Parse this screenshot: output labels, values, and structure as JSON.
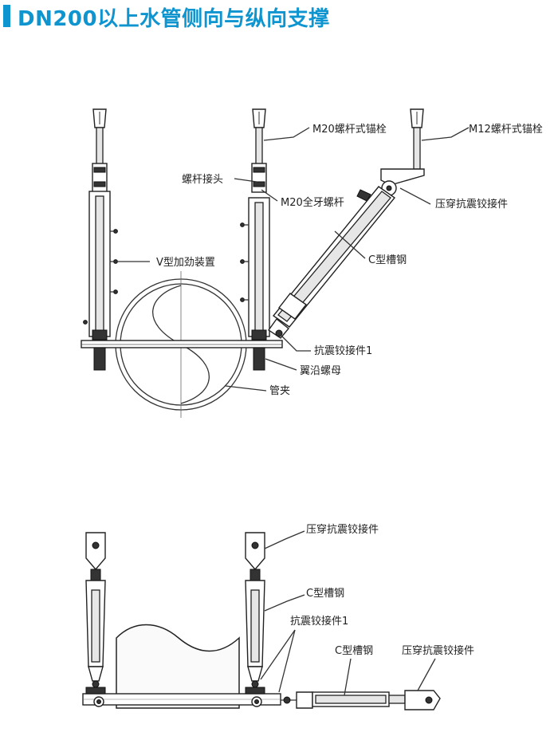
{
  "title": "DN200以上水管侧向与纵向支撑",
  "accent_color": "#0e94cf",
  "top_view": {
    "labels": {
      "m20_anchor": "M20螺杆式锚栓",
      "m12_anchor": "M12螺杆式锚栓",
      "rod_connector": "螺杆接头",
      "m20_threaded_rod": "M20全牙螺杆",
      "press_hinge": "压穿抗震铰接件",
      "v_stiffener": "V型加劲装置",
      "c_channel": "C型槽钢",
      "hinge_1": "抗震铰接件1",
      "flange_nut": "翼沿螺母",
      "pipe_clamp": "管夹"
    }
  },
  "bottom_view": {
    "labels": {
      "press_hinge_top": "压穿抗震铰接件",
      "c_channel_top": "C型槽钢",
      "hinge_1": "抗震铰接件1",
      "c_channel_right": "C型槽钢",
      "press_hinge_right": "压穿抗震铰接件"
    }
  }
}
